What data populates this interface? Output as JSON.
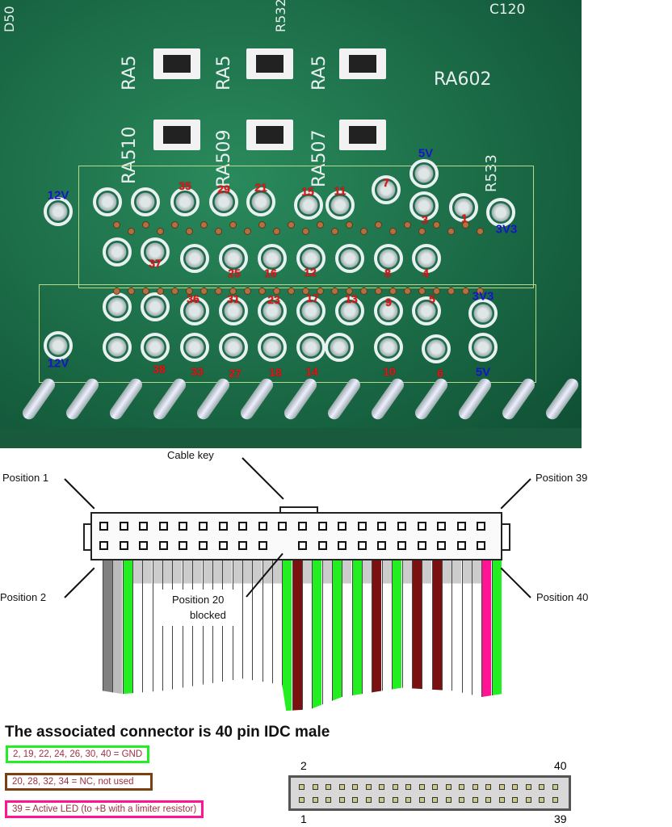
{
  "pcb": {
    "silkscreen": [
      "RA510",
      "RA509",
      "RA507",
      "RA5",
      "RA5",
      "RA5",
      "RA602",
      "R533",
      "C120",
      "R532",
      "D50"
    ],
    "pin_labels": [
      {
        "t": "35"
      },
      {
        "t": "29"
      },
      {
        "t": "21"
      },
      {
        "t": "15"
      },
      {
        "t": "11"
      },
      {
        "t": "7"
      },
      {
        "t": "3"
      },
      {
        "t": "1"
      },
      {
        "t": "37"
      },
      {
        "t": "25"
      },
      {
        "t": "16"
      },
      {
        "t": "12"
      },
      {
        "t": "8"
      },
      {
        "t": "4"
      },
      {
        "t": "36"
      },
      {
        "t": "31"
      },
      {
        "t": "23"
      },
      {
        "t": "17"
      },
      {
        "t": "13"
      },
      {
        "t": "9"
      },
      {
        "t": "5"
      },
      {
        "t": "38"
      },
      {
        "t": "33"
      },
      {
        "t": "27"
      },
      {
        "t": "18"
      },
      {
        "t": "14"
      },
      {
        "t": "10"
      },
      {
        "t": "6"
      }
    ],
    "voltage_labels": [
      "12V",
      "5V",
      "3V3",
      "3V3",
      "12V",
      "5V"
    ],
    "colors": {
      "pin_label": "#e01818",
      "voltage_label": "#1616c8",
      "board": "#1d6b4a"
    }
  },
  "diagram": {
    "cable_key": "Cable key",
    "position_1": "Position 1",
    "position_2": "Position 2",
    "position_39": "Position 39",
    "position_40": "Position 40",
    "position_20_line1": "Position 20",
    "position_20_line2": "blocked",
    "wire_colors": {
      "1": "#808080",
      "3": "#22ee22",
      "19": "#22ee22",
      "20": "#7a1010",
      "22": "#22ee22",
      "24": "#22ee22",
      "26": "#22ee22",
      "28": "#7a1010",
      "30": "#22ee22",
      "32": "#7a1010",
      "34": "#7a1010",
      "39": "#ff1493",
      "40": "#22ee22"
    }
  },
  "heading": "The associated connector is 40 pin IDC male",
  "legend": [
    {
      "text": "2, 19, 22, 24, 26, 30, 40 = GND",
      "color": "#22ee22"
    },
    {
      "text": "20, 28, 32, 34 = NC, not used",
      "color": "#7a4010"
    },
    {
      "text": "39 = Active LED (to +B with a limiter resistor)",
      "color": "#ff1493"
    }
  ],
  "idc": {
    "top_left": "2",
    "top_right": "40",
    "bottom_left": "1",
    "bottom_right": "39"
  }
}
